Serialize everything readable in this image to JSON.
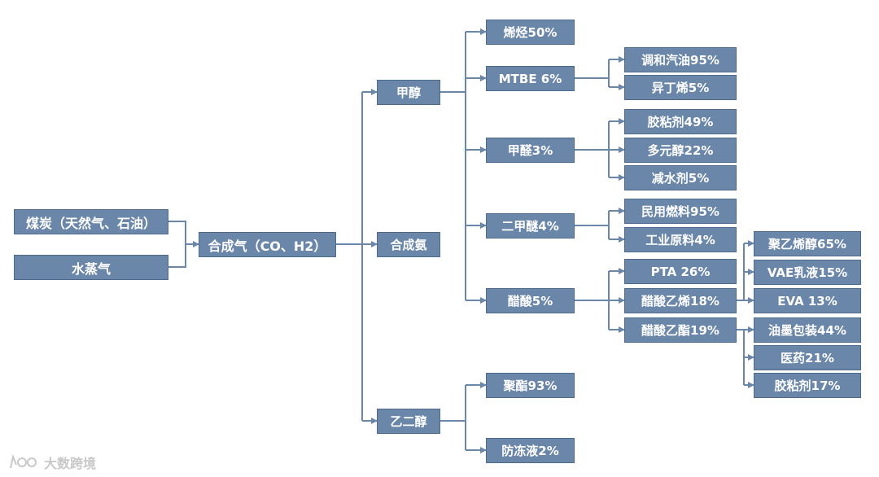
{
  "colors": {
    "node_fill": "#6a86a9",
    "edge": "#6a86a9",
    "watermark": "#c8c8c8"
  },
  "nodes": {
    "coal": "煤炭（天然气、石油）",
    "steam": "水蒸气",
    "syngas": "合成气（CO、H2）",
    "methanol": "甲醇",
    "ammonia": "合成氨",
    "glycol": "乙二醇",
    "olefin": "烯烃50%",
    "mtbe": "MTBE 6%",
    "gasoline": "调和汽油95%",
    "isobutene": "异丁烯5%",
    "formaldehyde": "甲醛3%",
    "adhesive49": "胶粘剂49%",
    "polyol": "多元醇22%",
    "water_reducer": "减水剂5%",
    "dme": "二甲醚4%",
    "civil_fuel": "民用燃料95%",
    "industrial_raw": "工业原料4%",
    "acetic_acid": "醋酸5%",
    "pta": "PTA 26%",
    "vinyl_acetate": "醋酸乙烯18%",
    "ethyl_acetate": "醋酸乙酯19%",
    "pva": "聚乙烯醇65%",
    "vae": "VAE乳液15%",
    "eva": "EVA 13%",
    "ink": "油墨包装44%",
    "medicine": "医药21%",
    "adhesive17": "胶粘剂17%",
    "polyester": "聚酯93%",
    "antifreeze": "防冻液2%"
  },
  "watermark": {
    "text": "大数跨境",
    "icon": "brand-logo-icon"
  }
}
